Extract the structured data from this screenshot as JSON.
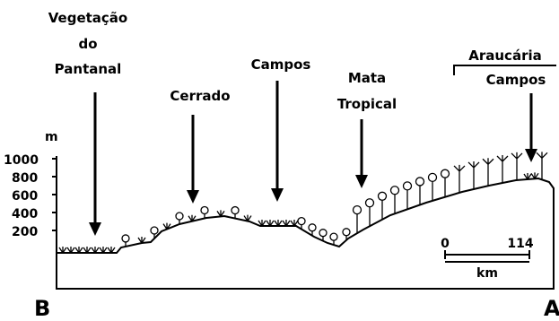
{
  "vegetation_labels": {
    "pantanal_line1": "Vegetação",
    "pantanal_line2": "do",
    "pantanal_line3": "Pantanal",
    "cerrado": "Cerrado",
    "campos": "Campos",
    "mata_line1": "Mata",
    "mata_line2": "Tropical",
    "araucaria": "Araucária",
    "campos_alto": "Campos"
  },
  "elevation_axis": {
    "unit": "m",
    "ticks": [
      "1000",
      "800",
      "600",
      "400",
      "200"
    ]
  },
  "scale_bar": {
    "start": "0",
    "end": "114",
    "unit": "km"
  },
  "profile_ends": {
    "left": "B",
    "right": "A"
  },
  "colors": {
    "ink": "#000000",
    "background": "#ffffff"
  }
}
